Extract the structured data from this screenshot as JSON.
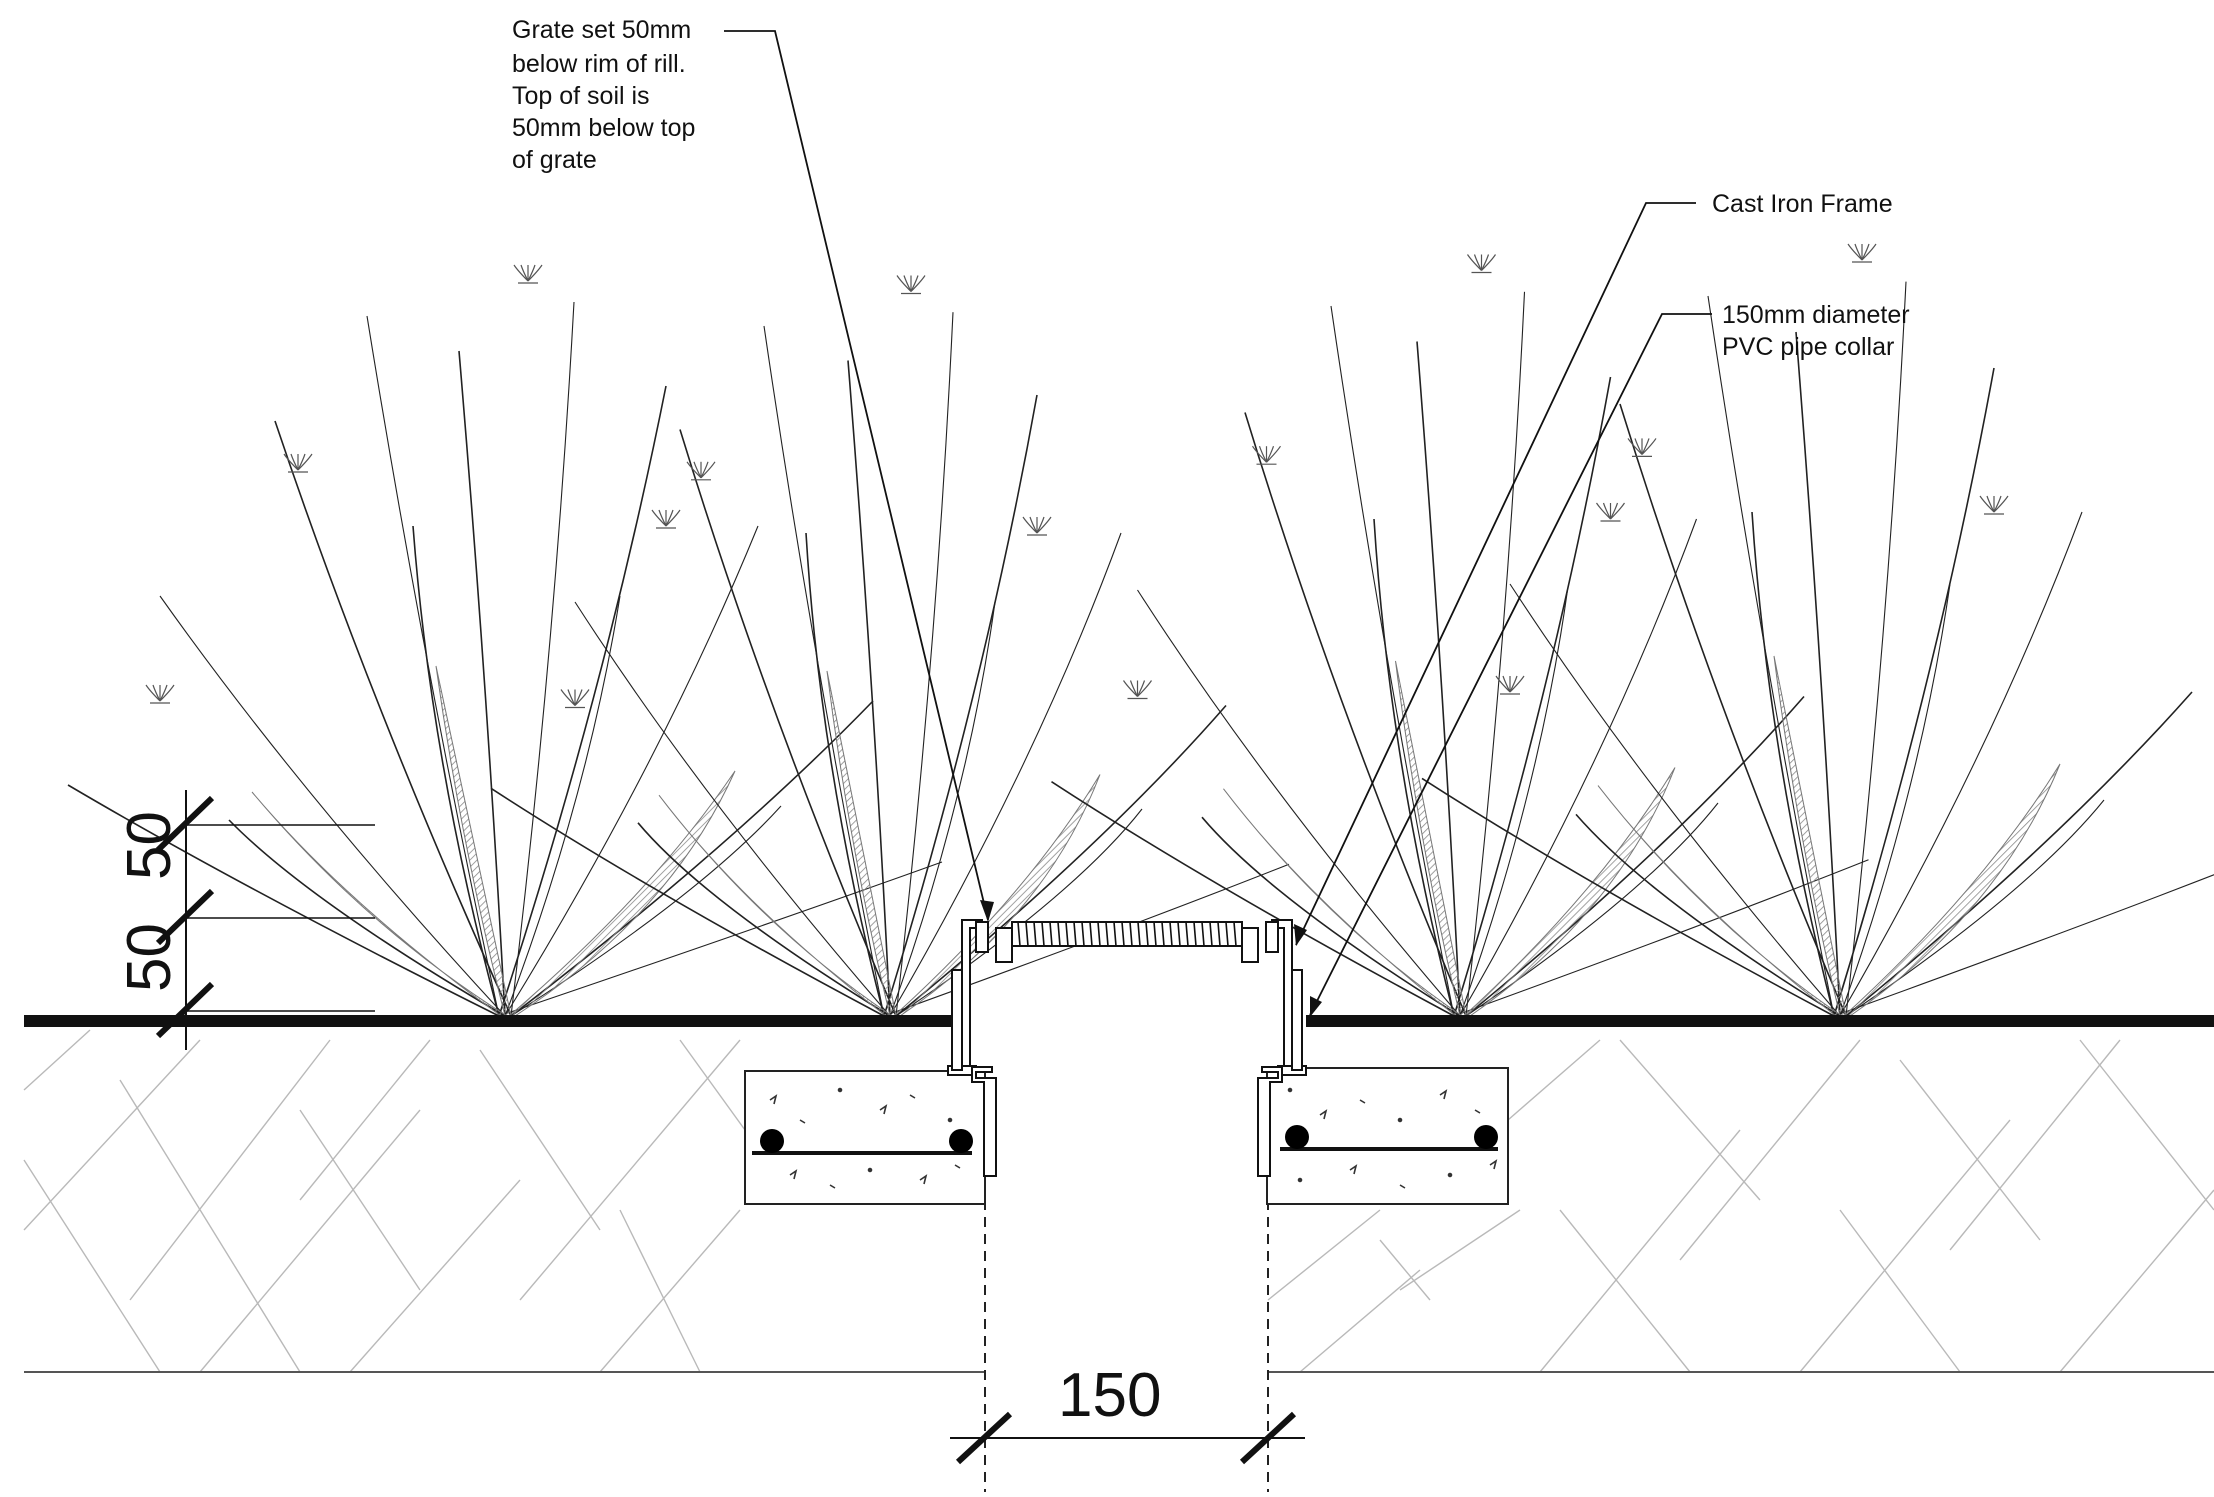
{
  "notes": {
    "grate": [
      "Grate set 50mm",
      "below rim of rill.",
      "Top of soil is",
      "50mm below top",
      "of grate"
    ],
    "frame": "Cast Iron Frame",
    "collar": [
      "150mm diameter",
      "PVC pipe collar"
    ]
  },
  "dimensions": {
    "vertical_upper": "50",
    "vertical_lower": "50",
    "horizontal": "150"
  },
  "colors": {
    "line": "#111111",
    "plant_hatch": "#8a8a8a",
    "soil_hatch": "#b5b5b5"
  }
}
